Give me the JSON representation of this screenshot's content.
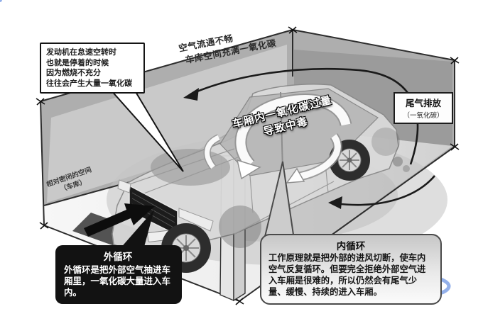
{
  "diagram": {
    "idle_note": {
      "lines": [
        "发动机在怠速空转时",
        "也就是停着的时候",
        "因为燃烧不充分",
        "往往会产生大量一氧化碳"
      ]
    },
    "airflow_label": {
      "line1": "空气流通不畅",
      "line2": "车库空间充满一氧化碳"
    },
    "exhaust_box": {
      "line1": "尾气排放",
      "line2": "（一氧化碳）"
    },
    "cabin_badge": {
      "line1": "车厢内一氧化碳过量",
      "line2": "导致中毒"
    },
    "enclosed_label": {
      "line1": "相对密闭的空间",
      "line2": "（车库）"
    },
    "outer_loop": {
      "title": "外循环",
      "body": "外循环是把外部空气抽进车厢里，一氧化碳大量进入车内。"
    },
    "inner_loop": {
      "title": "内循环",
      "body": "工作原理就是把外部的进风切断，使车内空气反复循环。但要完全拒绝外部空气进入车厢是很难的，所以仍然会有尾气少量、缓慢、持续的进入车厢。"
    },
    "colors": {
      "wall_light": "#c6c6c6",
      "wall_dark": "#9b9b9b",
      "floor_light": "#f5f5f5",
      "ink": "#1a1a1a",
      "watermark_blue": "#3a6fd8"
    }
  }
}
